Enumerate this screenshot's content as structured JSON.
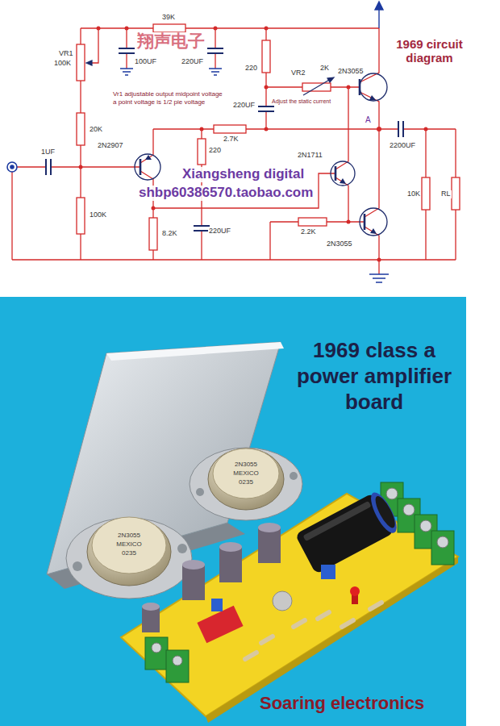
{
  "diagram": {
    "title": "1969 class a power amplifier board",
    "labels": [
      "翔声电子",
      "39K",
      "VR1",
      "100K",
      "100UF",
      "220UF",
      "220",
      "VR2",
      "2K",
      "2N3055",
      "1969 circuit diagram",
      "Vr1 adjustable output midpoint voltage a point voltage is 1/2 pie voltage",
      "Adjust the static current",
      "220UF",
      "A",
      "2N1711",
      "20K",
      "1UF",
      "2N2907",
      "2.7K",
      "220",
      "2200UF",
      "10K",
      "RL",
      "Xiangsheng digital",
      "shbp60386570.taobao.com",
      "100K",
      "8.2K",
      "220UF",
      "2.2K",
      "2N3055",
      "2N3055",
      "MEXICO",
      "0235",
      "2N3055",
      "MEXICO",
      "0235",
      "Soaring electronics"
    ]
  }
}
